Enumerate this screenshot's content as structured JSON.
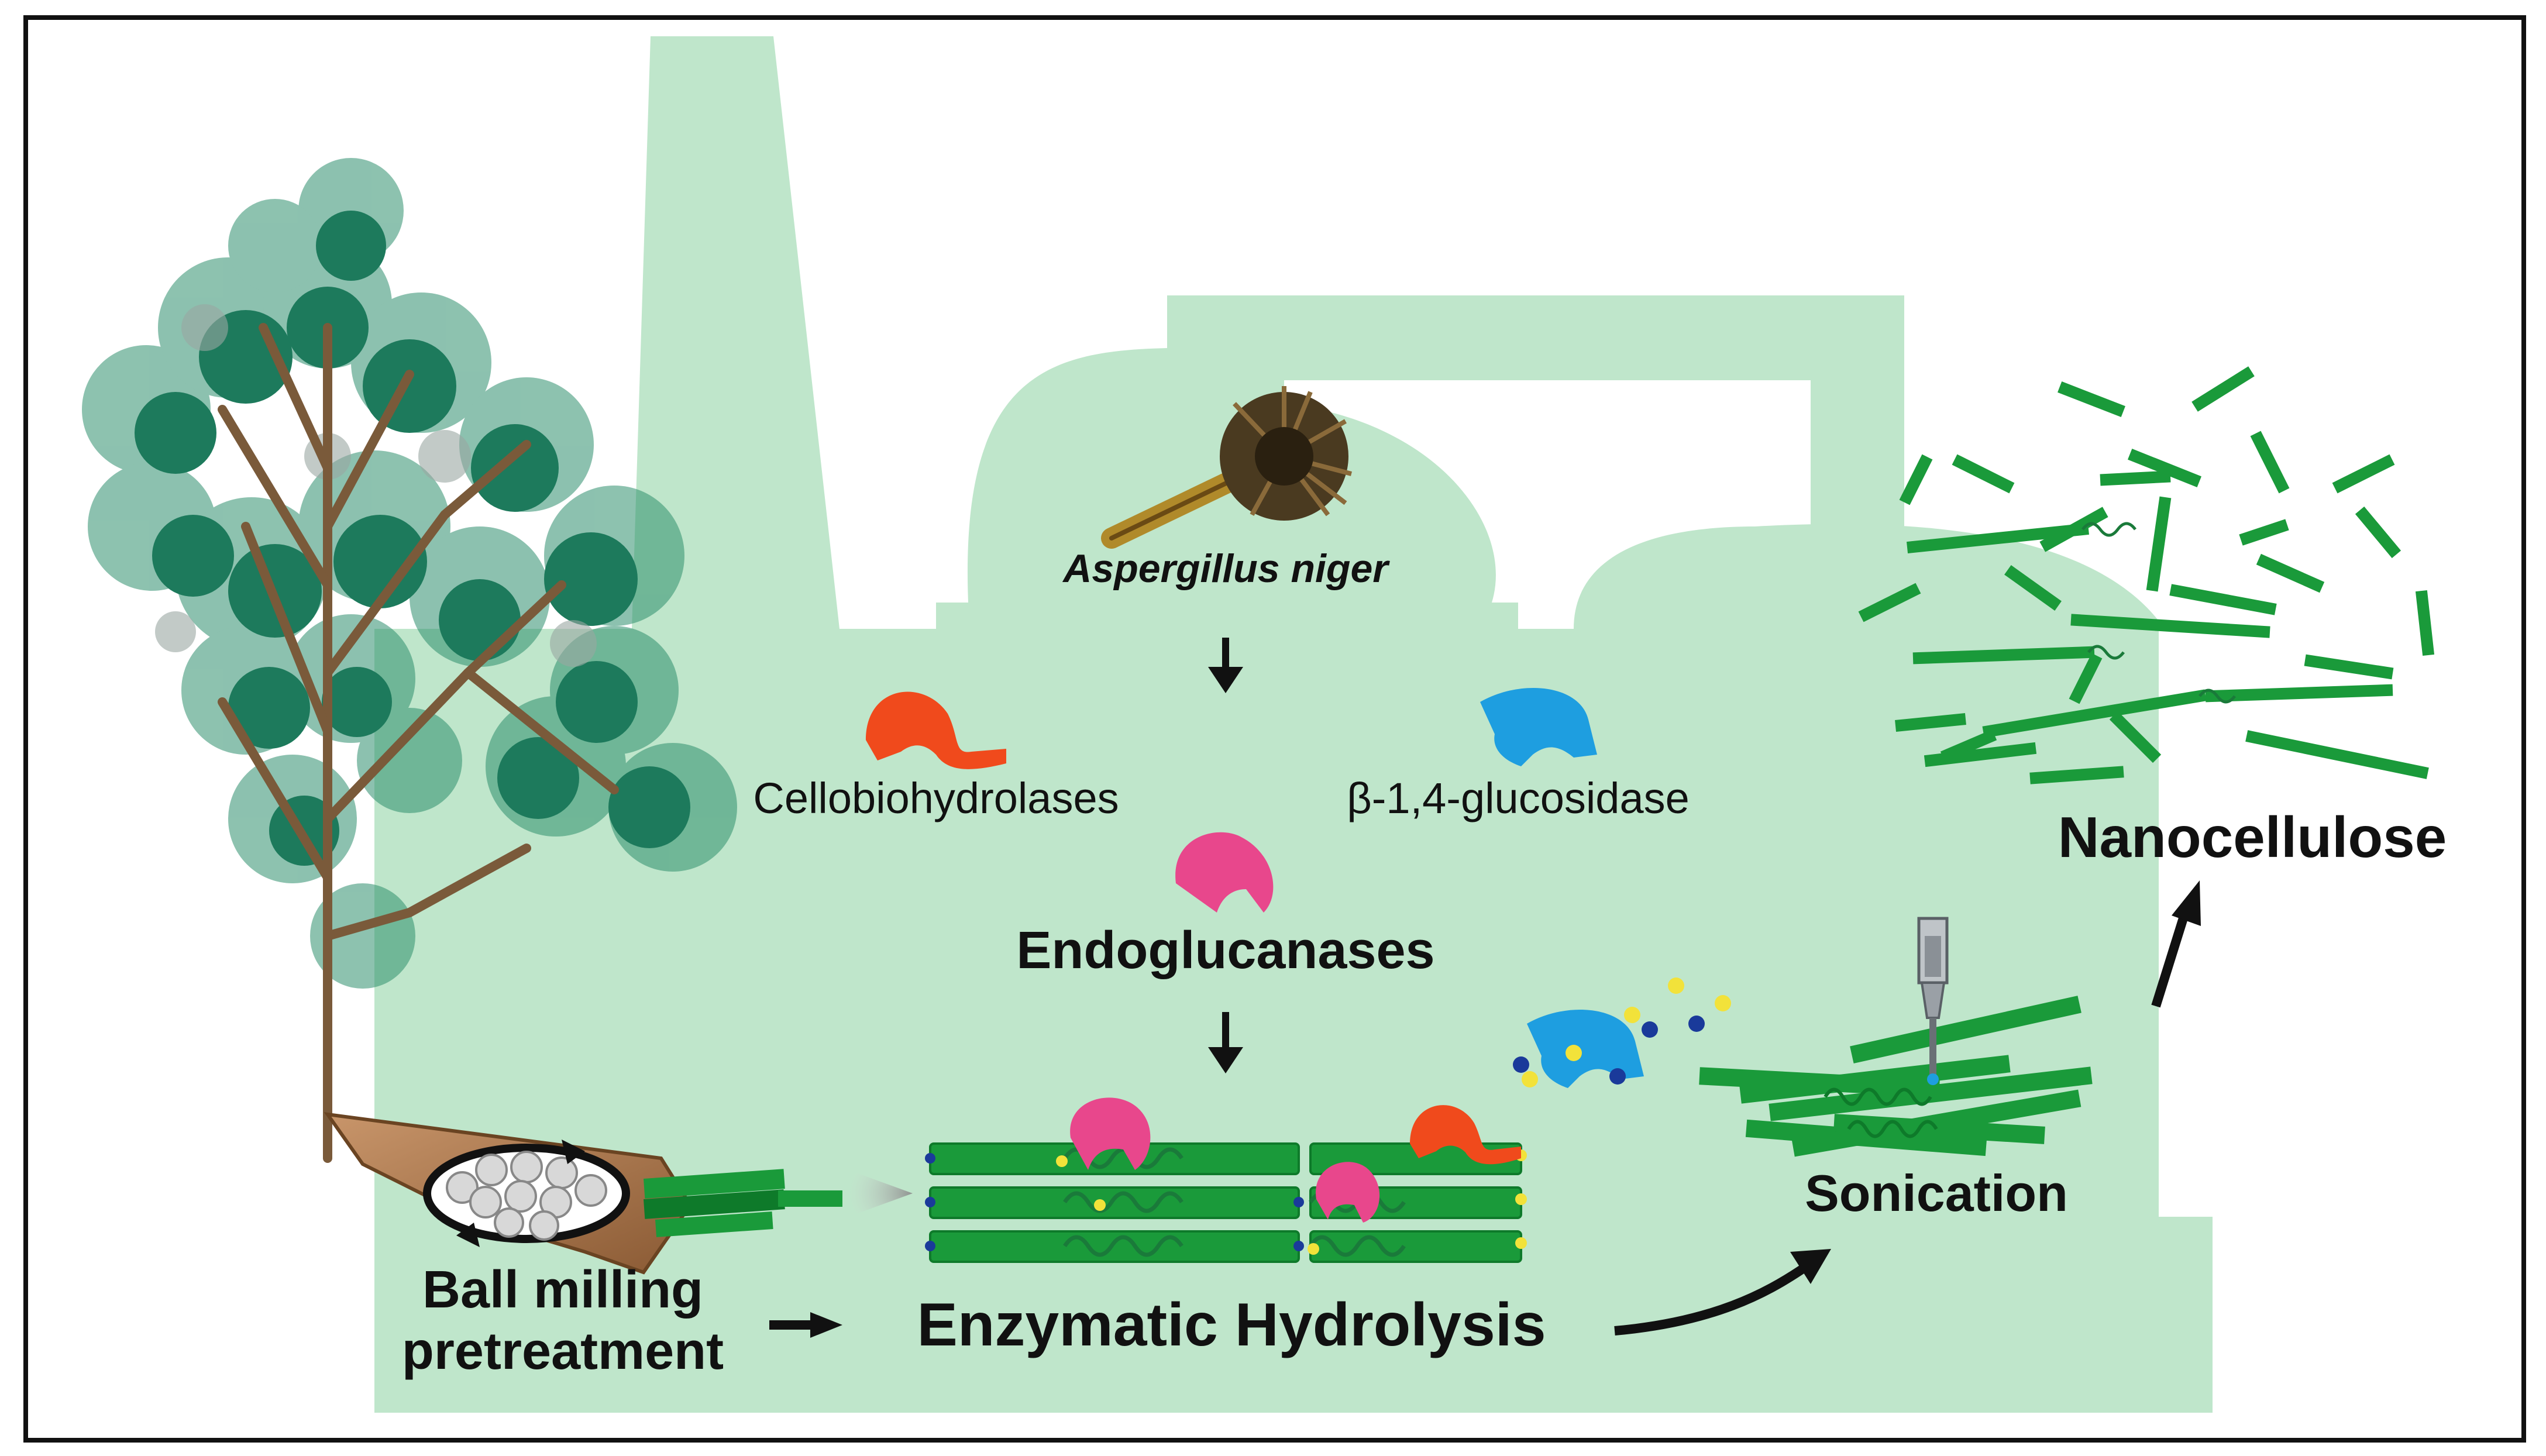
{
  "labels": {
    "organism": "Aspergillus niger",
    "enzyme_cbh": "Cellobiohydrolases",
    "enzyme_bg": "β-1,4-glucosidase",
    "enzyme_eg": "Endoglucanases",
    "product": "Nanocellulose",
    "step_sonication": "Sonication",
    "step_hydrolysis": "Enzymatic Hydrolysis",
    "step_pretreatment_line1": "Ball milling",
    "step_pretreatment_line2": "pretreatment"
  },
  "colors": {
    "factory": "#bfe6cb",
    "fiber": "#1a9a3a",
    "fiber_dark": "#0e7a2a",
    "cbh": "#f04a1c",
    "bg": "#1e9ee0",
    "eg": "#e8478c",
    "wood": "#b07a4a",
    "tree_foliage": "#1d7a5c",
    "arrow": "#111111"
  },
  "icons": [
    "aspergillus-icon",
    "tree-icon",
    "ball-mill-icon",
    "sonicator-probe-icon",
    "cellulose-fiber-icon"
  ]
}
